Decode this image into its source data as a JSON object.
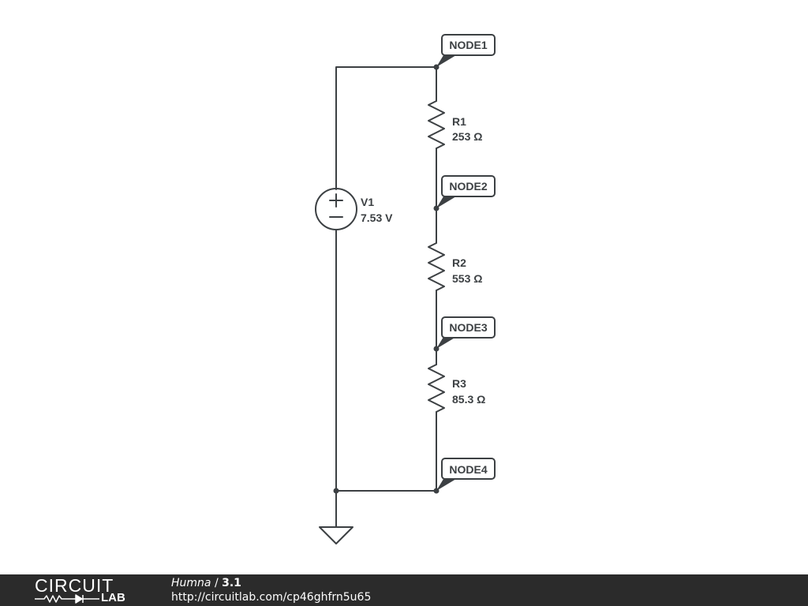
{
  "schematic": {
    "source": {
      "name": "V1",
      "value": "7.53 V"
    },
    "resistors": [
      {
        "name": "R1",
        "value": "253 Ω"
      },
      {
        "name": "R2",
        "value": "553 Ω"
      },
      {
        "name": "R3",
        "value": "85.3 Ω"
      }
    ],
    "nodes": [
      "NODE1",
      "NODE2",
      "NODE3",
      "NODE4"
    ],
    "symbols": {
      "plus": "+",
      "minus": "−"
    }
  },
  "footer": {
    "logo_top": "CIRCUIT",
    "logo_bottom": "LAB",
    "author": "Humna",
    "separator": " / ",
    "version": "3.1",
    "url": "http://circuitlab.com/cp46ghfrn5u65"
  },
  "colors": {
    "wire": "#3c4043",
    "footer_bg": "#2b2b2b",
    "footer_text": "#ffffff"
  }
}
